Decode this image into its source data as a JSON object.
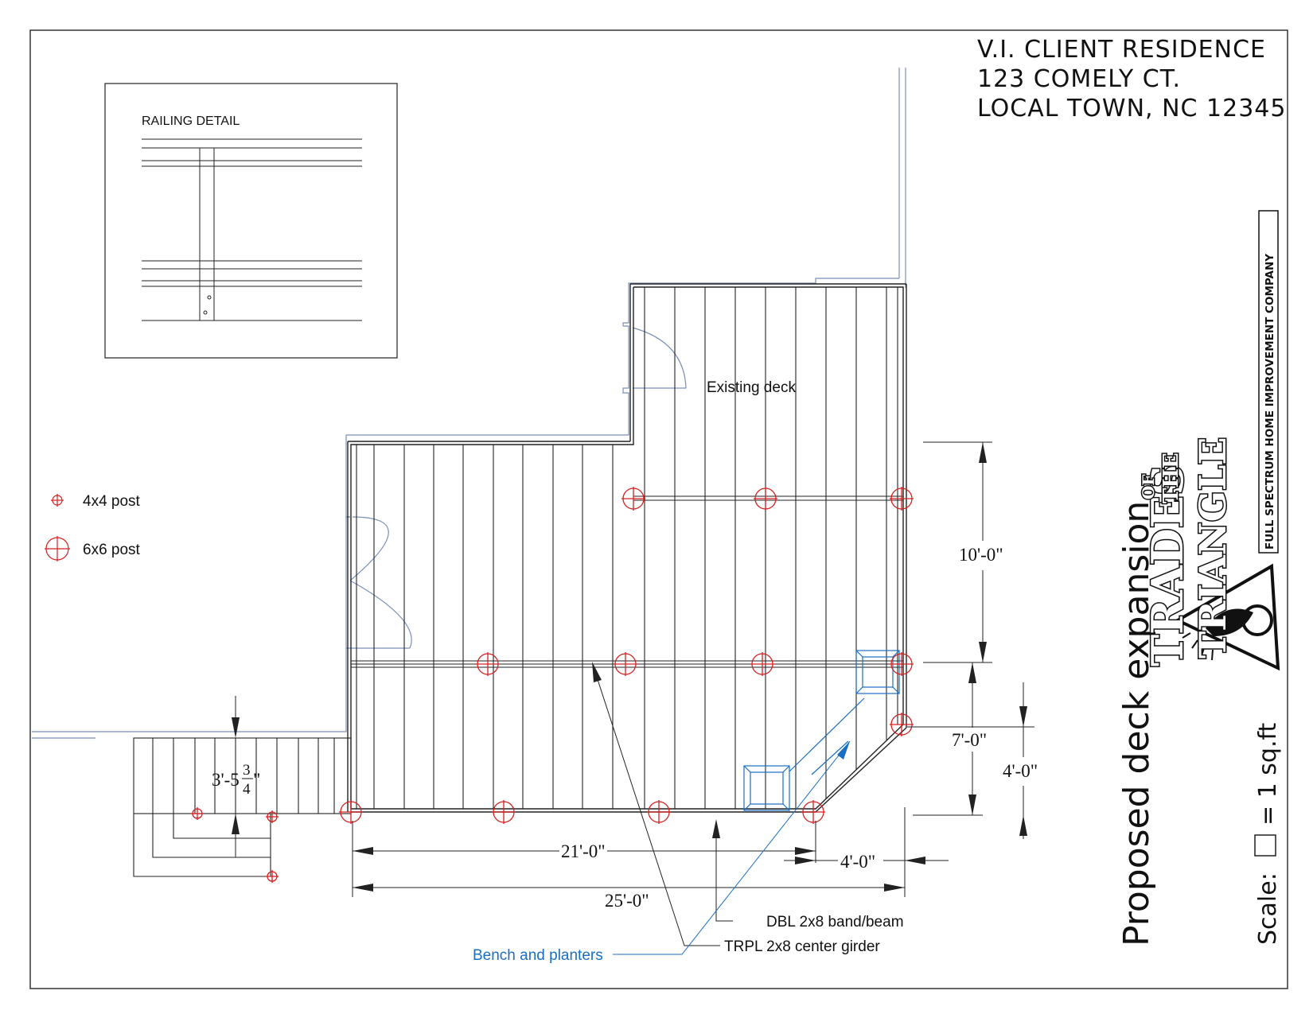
{
  "title_block": {
    "line1": "V.I. CLIENT RESIDENCE",
    "line2": "123 COMELY CT.",
    "line3": "LOCAL TOWN, NC 12345"
  },
  "railing_detail": {
    "title": "RAILING DETAIL"
  },
  "legend": {
    "items": [
      {
        "label": "4x4 post",
        "symbol": "small-post-symbol"
      },
      {
        "label": "6x6 post",
        "symbol": "large-post-symbol"
      }
    ]
  },
  "plan": {
    "existing_label": "Existing deck",
    "dimensions": {
      "d_10": "10'-0\"",
      "d_7": "7'-0\"",
      "d_4_vertical": "4'-0\"",
      "d_21": "21'-0\"",
      "d_4_horizontal": "4'-0\"",
      "d_25": "25'-0\"",
      "stair_whole": "3'-5",
      "stair_num": "3",
      "stair_den": "4",
      "stair_inch": "\""
    },
    "callouts": {
      "band": "DBL 2x8 band/beam",
      "girder": "TRPL 2x8 center girder",
      "bench": "Bench and planters"
    }
  },
  "sheet_title": "Proposed deck expansion",
  "scale": {
    "label": "Scale:",
    "value": "= 1 sq.ft"
  },
  "logo": {
    "line_of": "OF",
    "line_trades": "TRADES",
    "line_the": "THE",
    "line_triangle": "TRIANGLE",
    "tagline": "FULL SPECTRUM HOME IMPROVEMENT COMPANY"
  },
  "colors": {
    "post": "#d62020",
    "blue_accent": "#1a6fc4",
    "existing_outline": "#7a8fb8",
    "ink": "#111111"
  }
}
